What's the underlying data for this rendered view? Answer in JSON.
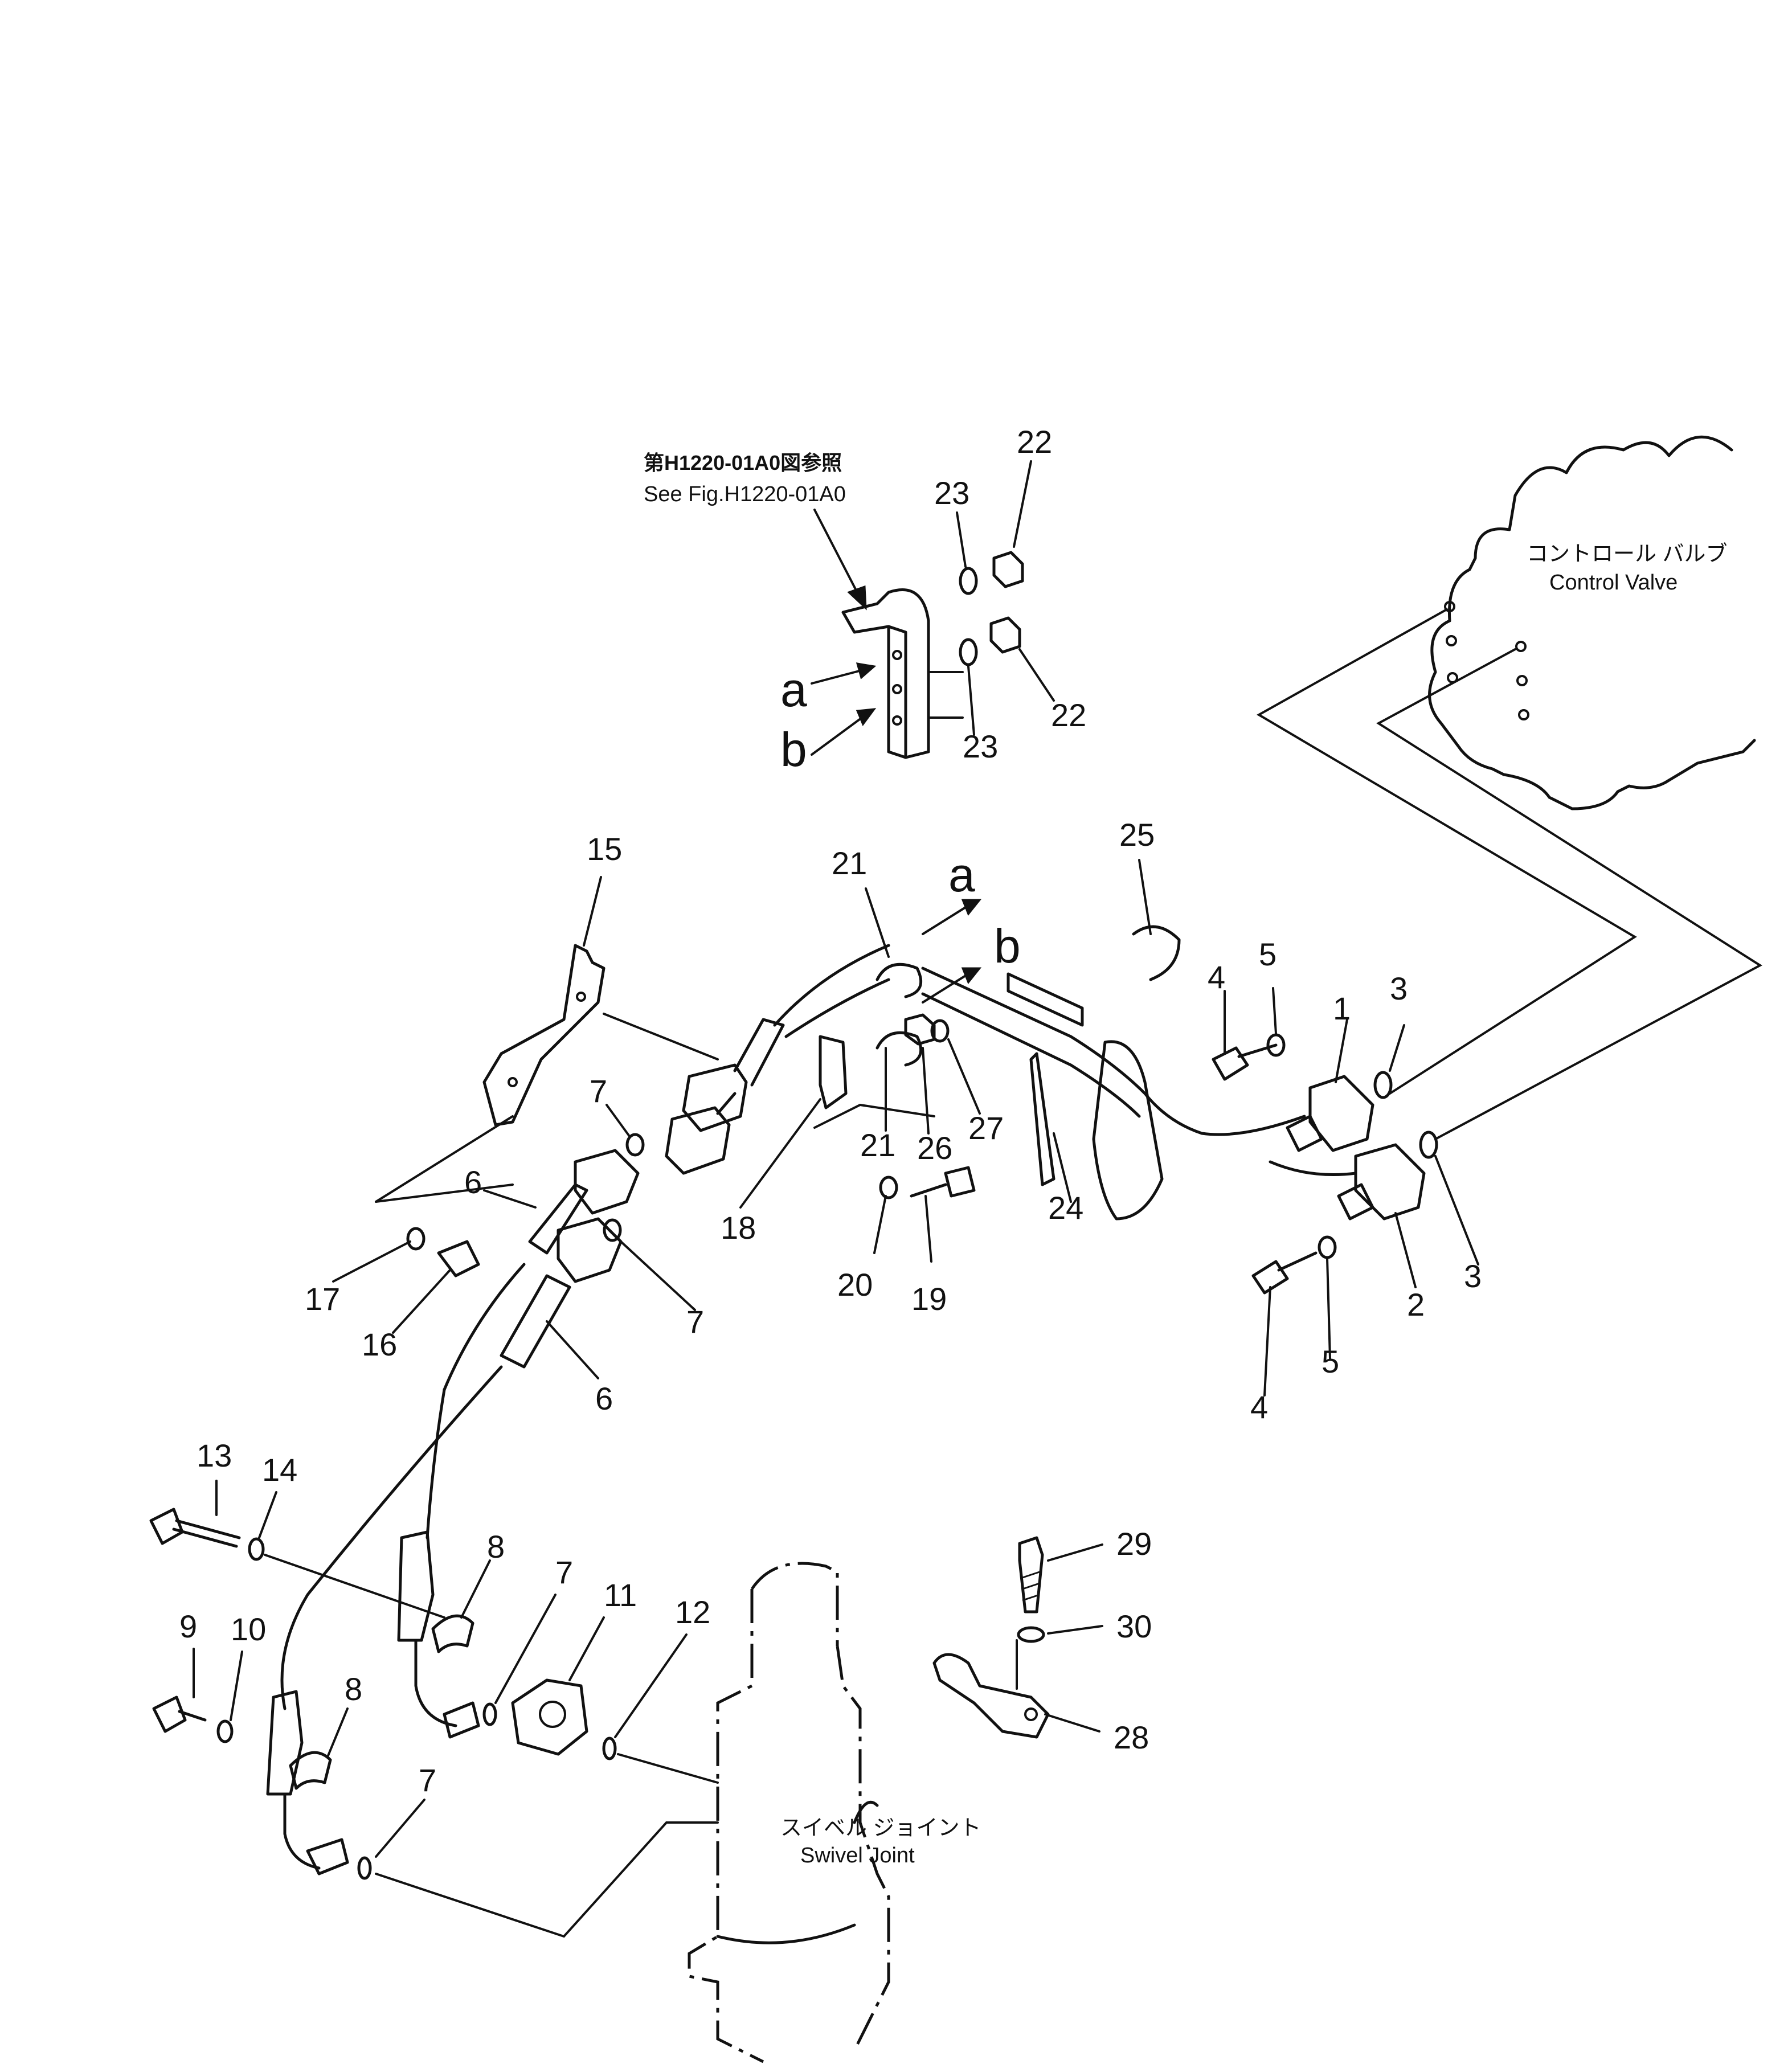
{
  "reference": {
    "line1": "第H1220-01A0図参照",
    "line2": "See Fig.H1220-01A0"
  },
  "components": {
    "control_valve": {
      "jp": "コントロール バルブ",
      "en": "Control Valve"
    },
    "swivel_joint": {
      "jp": "スイベル ジョイント",
      "en": "Swivel Joint"
    }
  },
  "letters": [
    "a",
    "b",
    "a",
    "b"
  ],
  "callouts": [
    "22",
    "23",
    "23",
    "22",
    "15",
    "21",
    "25",
    "4",
    "5",
    "1",
    "3",
    "7",
    "21",
    "26",
    "27",
    "24",
    "6",
    "18",
    "3",
    "17",
    "16",
    "20",
    "19",
    "2",
    "7",
    "5",
    "4",
    "6",
    "13",
    "14",
    "8",
    "29",
    "7",
    "11",
    "12",
    "9",
    "10",
    "30",
    "8",
    "28",
    "7"
  ]
}
